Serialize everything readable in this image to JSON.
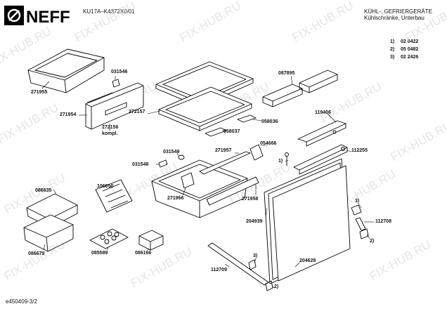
{
  "header": {
    "model": "KU17A–K4372X0/01",
    "category": "KÜHL-, GEFRIERGERÄTE",
    "subcategory": "Kühlschränke, Unterbau"
  },
  "brand": {
    "name": "NEFF",
    "color": "#000000"
  },
  "legend": [
    {
      "key": "1)",
      "code": "02 0422"
    },
    {
      "key": "2)",
      "code": "05 0482"
    },
    {
      "key": "3)",
      "code": "02 2426"
    }
  ],
  "parts": [
    "271955",
    "031546",
    "271954",
    "272156",
    "kompl.",
    "272157",
    "087895",
    "058036",
    "058037",
    "119406",
    "054666",
    "112255",
    "031549",
    "271957",
    "031548",
    "1)",
    "106850",
    "086635",
    "271966",
    "271958",
    "3)",
    "112708",
    "204939",
    "2)",
    "086679",
    "085589",
    "086166",
    "112709",
    "3)",
    "204628",
    "2)"
  ],
  "watermark": "FIX-HUB.RU",
  "footer": "e450409-3/2"
}
